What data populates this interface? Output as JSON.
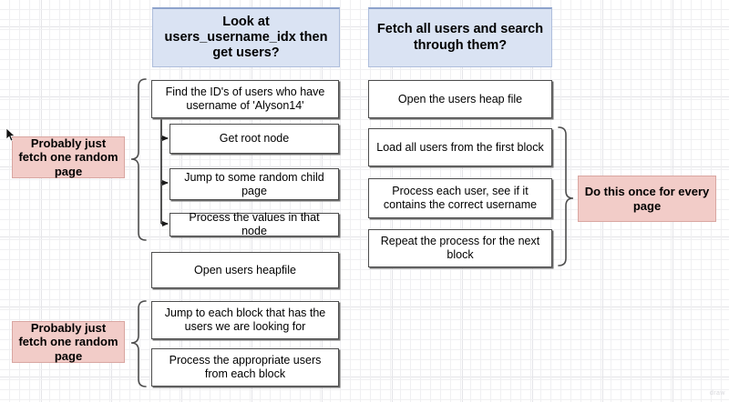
{
  "diagram": {
    "title_left": "Look at users_username_idx then get users?",
    "title_right": "Fetch all users and search through them?",
    "colors": {
      "header_fill": "#dae3f3",
      "header_border": "#8ea3cc",
      "note_fill": "#f2ccc8",
      "note_border": "#d9a6a1",
      "box_border": "#4d4d4d",
      "grid_minor": "#f0f0f2",
      "grid_major": "#e4e4e8"
    },
    "left_column": {
      "header": "Look at users_username_idx then get users?",
      "steps": [
        {
          "label": "Find the ID's of users who have username of 'Alyson14'"
        },
        {
          "label": "Get root node"
        },
        {
          "label": "Jump to some random child page"
        },
        {
          "label": "Process the values in that node"
        },
        {
          "label": "Open users heapfile"
        },
        {
          "label": "Jump to each block that has the users we are looking for"
        },
        {
          "label": "Process the appropriate users from each block"
        }
      ]
    },
    "right_column": {
      "header": "Fetch all users and search through them?",
      "steps": [
        {
          "label": "Open the users heap file"
        },
        {
          "label": "Load all users from the first block"
        },
        {
          "label": "Process each user, see if it contains the correct username"
        },
        {
          "label": "Repeat the process for the next block"
        }
      ]
    },
    "annotations": [
      {
        "label": "Probably just fetch one random page"
      },
      {
        "label": "Probably just fetch one random page"
      },
      {
        "label": "Do this once for every page"
      }
    ],
    "watermark": "draw"
  }
}
